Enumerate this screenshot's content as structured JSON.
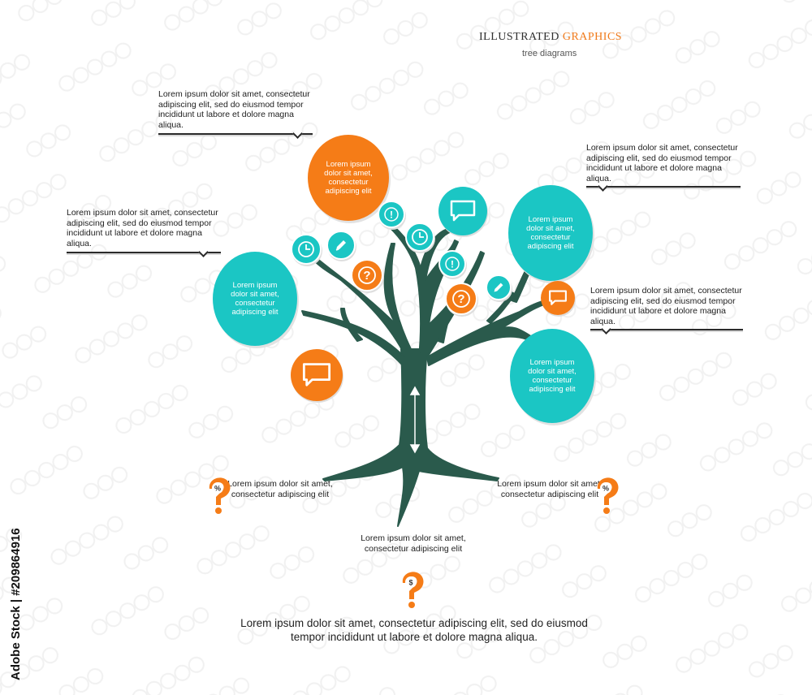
{
  "header": {
    "title_main": "ILLUSTRATED ",
    "title_accent": "GRAPHICS",
    "subtitle": "tree diagrams"
  },
  "notes": {
    "top_left": "Lorem ipsum dolor sit amet, consectetur adipiscing elit, sed do eiusmod tempor incididunt ut labore et dolore magna aliqua.",
    "mid_left": "Lorem ipsum dolor sit amet, consectetur adipiscing elit, sed do eiusmod tempor incididunt ut labore et dolore magna aliqua.",
    "top_right": "Lorem ipsum dolor sit amet, consectetur adipiscing elit, sed do eiusmod tempor incididunt ut labore et dolore magna aliqua.",
    "mid_right": "Lorem ipsum dolor sit amet, consectetur adipiscing elit, sed do eiusmod tempor incididunt ut labore et dolore magna aliqua."
  },
  "circles": {
    "orange_top": "Lorem ipsum dolor sit amet, consectetur adipiscing elit",
    "teal_left": "Lorem ipsum dolor sit amet, consectetur adipiscing elit",
    "teal_right_top": "Lorem ipsum dolor sit amet, consectetur adipiscing elit",
    "teal_right_bottom": "Lorem ipsum dolor sit amet, consectetur adipiscing elit"
  },
  "icons": {
    "exclaim1": "!",
    "exclaim2": "!",
    "question1": "?",
    "question2": "?",
    "percent_left": "%",
    "percent_right": "%",
    "dollar": "$"
  },
  "roots": {
    "left": "Lorem ipsum dolor sit amet, consectetur adipiscing elit",
    "right": "Lorem ipsum dolor sit amet, consectetur adipiscing elit",
    "bottom": "Lorem ipsum dolor sit amet, consectetur adipiscing elit"
  },
  "footer": "Lorem ipsum dolor sit amet, consectetur adipiscing elit, sed do eiusmod tempor incididunt ut labore et dolore magna aliqua.",
  "stock_id": "Adobe Stock | #209864916",
  "colors": {
    "teal": "#1bc6c4",
    "orange": "#f57c17",
    "trunk": "#2a5a4c"
  }
}
